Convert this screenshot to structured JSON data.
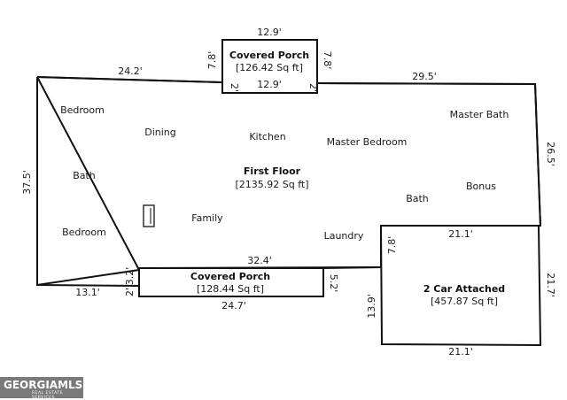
{
  "first_floor": {
    "title": "First Floor",
    "area": "[2135.92 Sq ft]",
    "rooms": [
      "Bedroom",
      "Dining",
      "Kitchen",
      "Master Bedroom",
      "Master Bath",
      "Bath",
      "Family",
      "Bath",
      "Bonus",
      "Bedroom",
      "Laundry"
    ],
    "dimensions": {
      "top_left": "24.2'",
      "top_right": "29.5'",
      "left": "37.5'",
      "right": "26.5'",
      "bottom_left": "13.1'",
      "bottom_mid": "32.4'"
    }
  },
  "covered_porch_top": {
    "title": "Covered Porch",
    "area": "[126.42 Sq ft]",
    "dimensions": {
      "top": "12.9'",
      "bottom": "12.9'",
      "left": "7.8'",
      "right": "7.8'",
      "left_small": "2'",
      "right_small": "2'"
    }
  },
  "covered_porch_bottom": {
    "title": "Covered Porch",
    "area": "[128.44 Sq ft]",
    "dimensions": {
      "bottom": "24.7'",
      "left": "3.2'",
      "left_small": "2'",
      "right": "5.2'"
    }
  },
  "garage": {
    "title": "2 Car Attached",
    "area": "[457.87 Sq ft]",
    "dimensions": {
      "top": "21.1'",
      "bottom": "21.1'",
      "right": "21.7'",
      "left_upper": "7.8'",
      "left_lower": "13.9'"
    }
  },
  "watermark": {
    "brand": "GEORGIAMLS",
    "subtitle": "REAL ESTATE SERVICES"
  },
  "colors": {
    "line": "#111111",
    "background": "#ffffff",
    "watermark": "#6f6f6f"
  }
}
